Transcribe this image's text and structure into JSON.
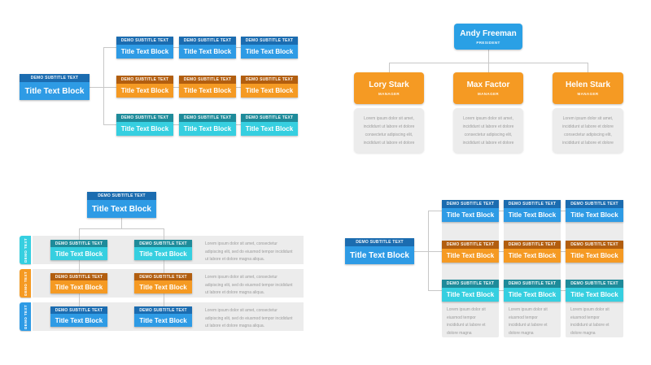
{
  "strings": {
    "block_subtitle": "DEMO SUBTITLE TEXT",
    "block_title": "Title Text Block",
    "side_tab": "DEMO TEXT"
  },
  "colors": {
    "blue": "#2e9be5",
    "blue_dark": "#1b6cb0",
    "orange": "#f59a23",
    "orange_dark": "#b25e0f",
    "teal": "#36cfe0",
    "teal_dark": "#1e8b9a",
    "card_gray": "#ececec",
    "connector_line": "#c8c8c8"
  },
  "people_chart": {
    "president": {
      "name": "Andy Freeman",
      "role": "PRESIDENT"
    },
    "managers": [
      {
        "name": "Lory Stark",
        "role": "MANAGER"
      },
      {
        "name": "Max Factor",
        "role": "MANAGER"
      },
      {
        "name": "Helen Stark",
        "role": "MANAGER"
      }
    ],
    "card_text": "Lorem ipsum dolor sit amet, incididunt ut labore et dolore consectetur adipiscing elit, incididunt ut labore et dolore"
  },
  "rows_chart": {
    "row_text": "Lorem ipsum dolor sit amet, consectetur adipiscing elit, sed do eiusmod tempor incididunt ut labore et dolore magna aliqua."
  },
  "columns_chart": {
    "column_text": "Lorem ipsum dolor sit eiusmod tempor incididunt ut labore et dolore magna"
  }
}
